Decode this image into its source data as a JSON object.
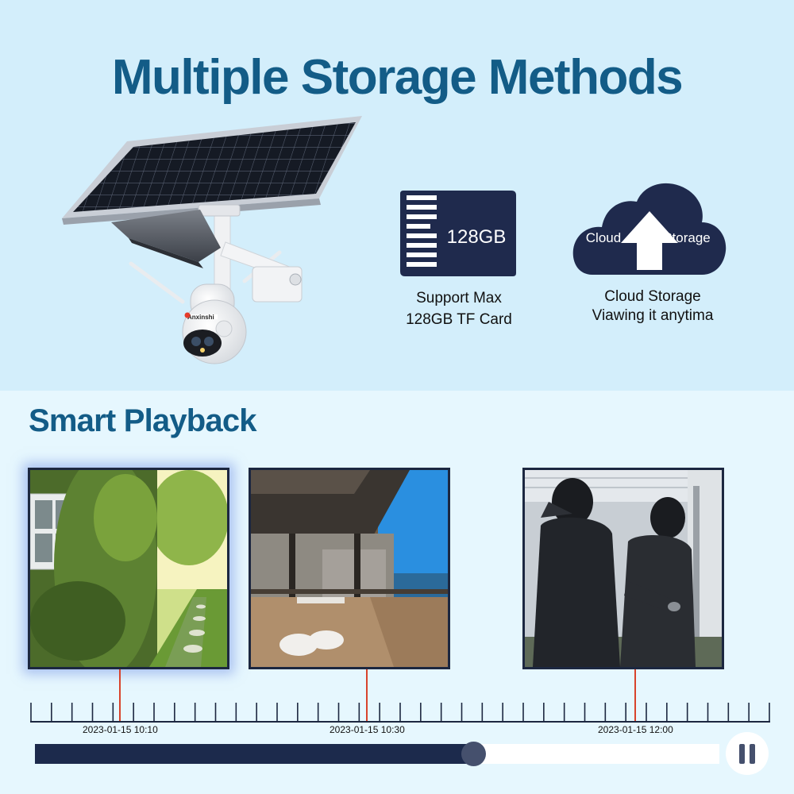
{
  "header": {
    "title": "Multiple Storage Methods"
  },
  "product": {
    "brand_text": "Anxinshi"
  },
  "storage": {
    "sd_card": {
      "capacity": "128GB",
      "caption_line1": "Support Max",
      "caption_line2": "128GB TF Card"
    },
    "cloud": {
      "left_word": "Cloud",
      "right_word": "Storage",
      "caption_line1": "Cloud Storage",
      "caption_line2": "Viawing it anytima"
    }
  },
  "playback": {
    "title": "Smart Playback",
    "thumbnails": [
      {
        "scene": "garden-house"
      },
      {
        "scene": "seaside-terrace"
      },
      {
        "scene": "intruders-at-door"
      }
    ],
    "timestamps": [
      "2023-01-15 10:10",
      "2023-01-15 10:30",
      "2023-01-15 12:00"
    ],
    "progress_fraction": 0.64
  },
  "colors": {
    "title": "#135c87",
    "top_bg": "#d3eefb",
    "bottom_bg": "#e6f7fe",
    "dark_navy": "#1c2a4c",
    "marker_red": "#d8432c",
    "knob": "#45506d"
  },
  "icons": {
    "sd_card": "sd-card-icon",
    "cloud": "cloud-upload-icon",
    "pause": "pause-icon"
  }
}
